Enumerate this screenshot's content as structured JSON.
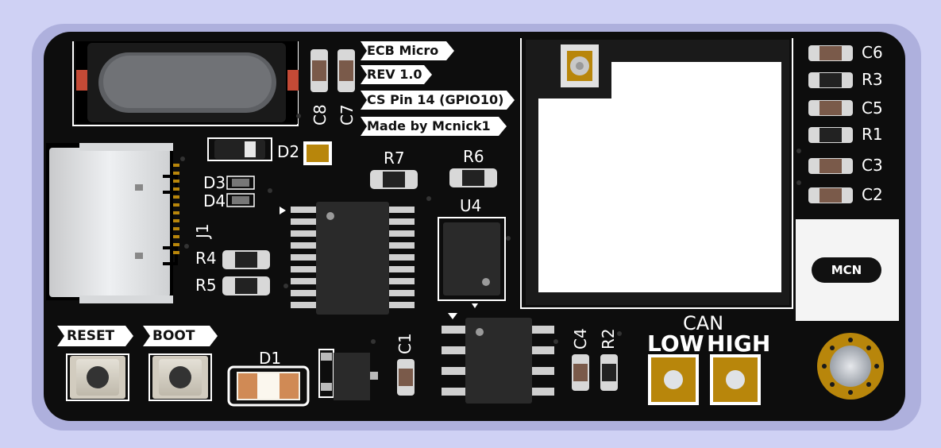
{
  "board": {
    "silkscreen_tags": [
      "ECB Micro",
      "REV 1.0",
      "CS Pin 14 (GPIO10)",
      "Made by Mcnick1"
    ],
    "buttons": [
      "RESET",
      "BOOT"
    ],
    "logo_text": "MCN",
    "can": {
      "title": "CAN",
      "low": "LOW",
      "high": "HIGH"
    },
    "refs": {
      "c8": "C8",
      "c7": "C7",
      "d2": "D2",
      "d3": "D3",
      "d4": "D4",
      "j1": "J1",
      "r7": "R7",
      "r6": "R6",
      "u4": "U4",
      "r4": "R4",
      "r5": "R5",
      "d1": "D1",
      "c1": "C1",
      "c4": "C4",
      "r2": "R2",
      "c6": "C6",
      "r3": "R3",
      "c5": "C5",
      "r1": "R1",
      "c3": "C3",
      "c2": "C2"
    }
  },
  "colors": {
    "background": "#cfd1f4",
    "pcb": "#0d0d0d",
    "silkscreen": "#ffffff",
    "copper_gold": "#b8860b"
  }
}
